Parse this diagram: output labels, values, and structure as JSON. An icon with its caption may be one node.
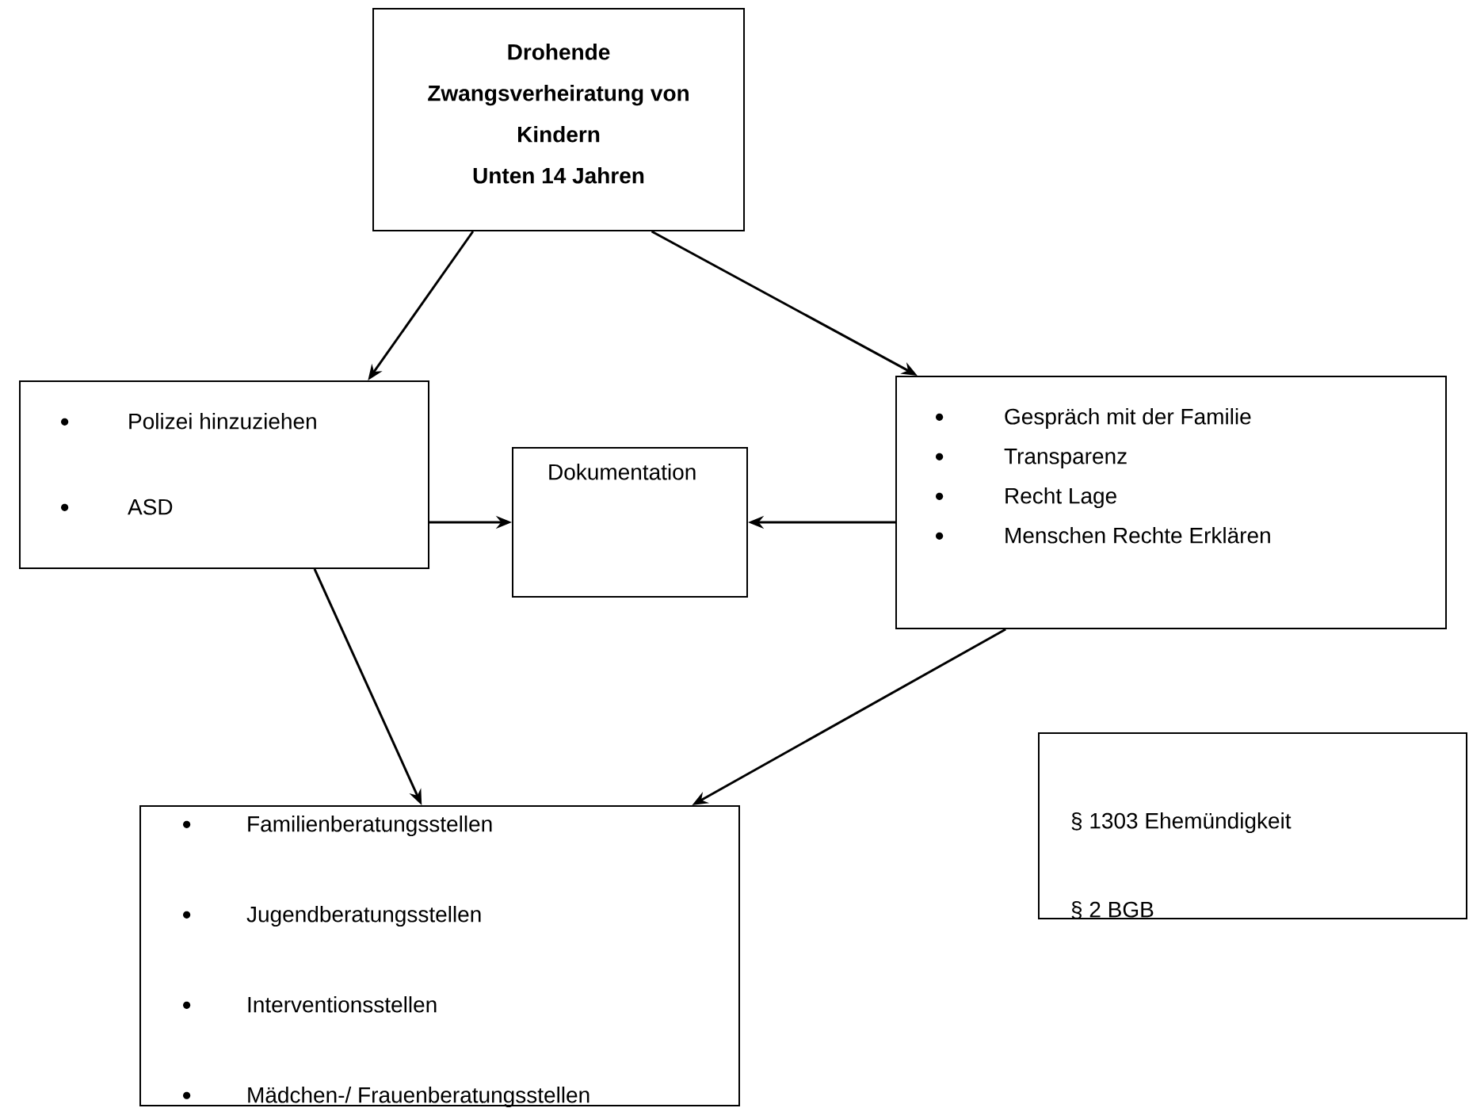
{
  "diagram": {
    "nodes": [
      {
        "text": [
          "Drohende Zwangsverheiratung von Kindern",
          "Unten 14 Jahren"
        ]
      },
      {
        "text": [
          "Polizei hinzuziehen",
          "ASD"
        ]
      },
      {
        "text": [
          "Dokumentation"
        ]
      },
      {
        "text": [
          "Gespräch mit der Familie",
          "Transparenz",
          "Recht Lage",
          "Menschen Rechte Erklären"
        ]
      },
      {
        "text": [
          "Familienberatungsstellen",
          "Jugendberatungsstellen",
          "Interventionsstellen",
          "Mädchen-/ Frauenberatungsstellen"
        ]
      },
      {
        "text": [
          "§ 1303 Ehemündigkeit",
          "§ 2 BGB"
        ]
      }
    ],
    "edges": [
      {
        "from": 0,
        "to": 1,
        "arrow": "to"
      },
      {
        "from": 0,
        "to": 3,
        "arrow": "to"
      },
      {
        "from": 1,
        "to": 2,
        "arrow": "to"
      },
      {
        "from": 3,
        "to": 2,
        "arrow": "to"
      },
      {
        "from": 1,
        "to": 4,
        "arrow": "to"
      },
      {
        "from": 3,
        "to": 4,
        "arrow": "to"
      }
    ]
  }
}
